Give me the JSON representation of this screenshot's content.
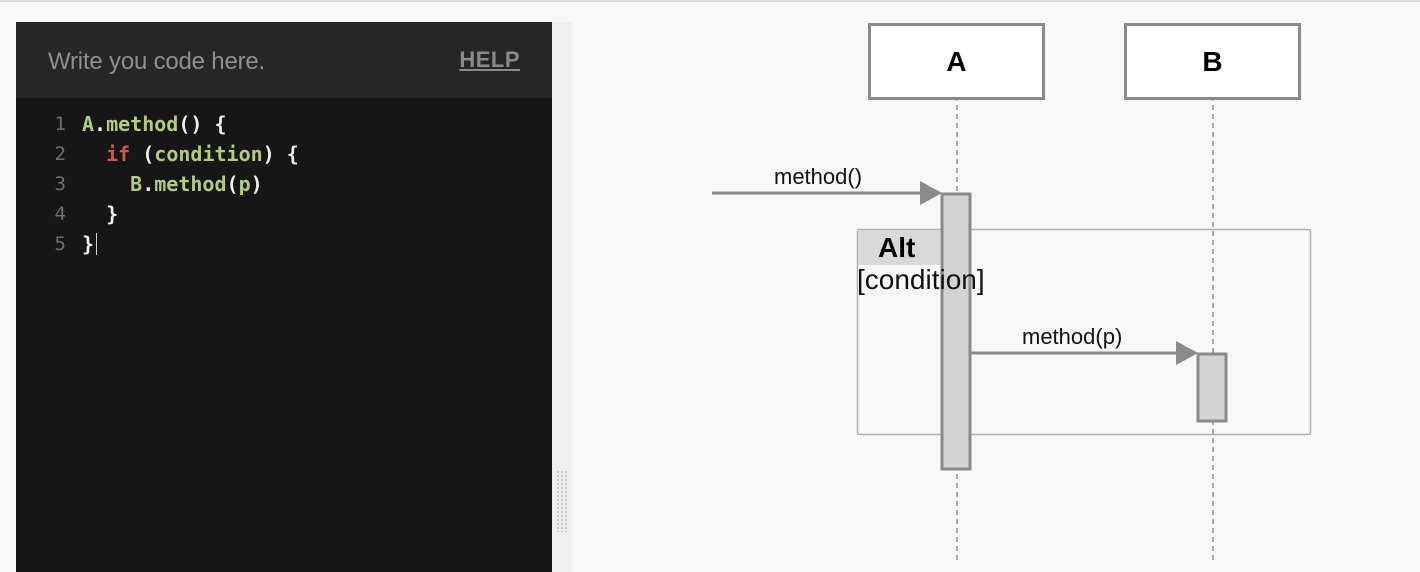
{
  "editor": {
    "placeholder": "Write you code here.",
    "help_label": "HELP",
    "line_numbers": [
      "1",
      "2",
      "3",
      "4",
      "5"
    ],
    "lines": [
      [
        {
          "t": "A",
          "c": "obj"
        },
        {
          "t": ".",
          "c": "pun"
        },
        {
          "t": "method",
          "c": "mth"
        },
        {
          "t": "() {",
          "c": "pun"
        }
      ],
      [
        {
          "t": "  ",
          "c": "pun"
        },
        {
          "t": "if",
          "c": "kw"
        },
        {
          "t": " (",
          "c": "pun"
        },
        {
          "t": "condition",
          "c": "arg"
        },
        {
          "t": ") {",
          "c": "pun"
        }
      ],
      [
        {
          "t": "    ",
          "c": "pun"
        },
        {
          "t": "B",
          "c": "obj"
        },
        {
          "t": ".",
          "c": "pun"
        },
        {
          "t": "method",
          "c": "mth"
        },
        {
          "t": "(",
          "c": "pun"
        },
        {
          "t": "p",
          "c": "arg"
        },
        {
          "t": ")",
          "c": "pun"
        }
      ],
      [
        {
          "t": "  }",
          "c": "pun"
        }
      ],
      [
        {
          "t": "}",
          "c": "pun"
        }
      ]
    ]
  },
  "diagram": {
    "participants": [
      "A",
      "B"
    ],
    "messages": [
      {
        "label": "method()",
        "from": "external",
        "to": "A"
      },
      {
        "label": "method(p)",
        "from": "A",
        "to": "B"
      }
    ],
    "fragment": {
      "operator": "Alt",
      "guard": "[condition]"
    }
  },
  "colors": {
    "editor_bg": "#161616",
    "header_bg": "#262626",
    "keyword": "#cc5a4e",
    "identifier": "#b3cc7a",
    "diagram_line": "#8a8a8a",
    "activation_fill": "#d3d3d3"
  }
}
